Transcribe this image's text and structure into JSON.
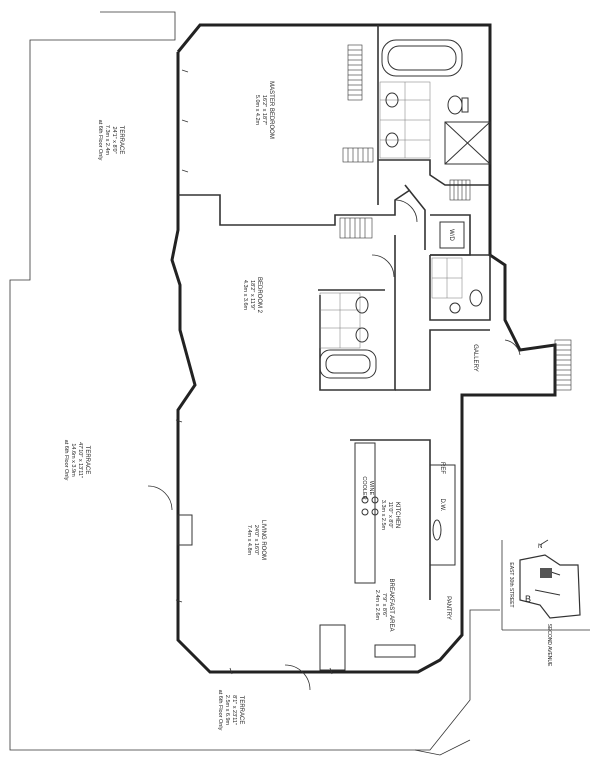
{
  "rooms": {
    "master_bedroom": {
      "name": "MASTER BEDROOM",
      "imperial": "16'2\" x 18'7\"",
      "metric": "5.0m x 4.2m"
    },
    "bedroom_2": {
      "name": "BEDROOM 2",
      "imperial": "18'2\" x 11'9\"",
      "metric": "4.3m x 3.6m"
    },
    "living_room": {
      "name": "LIVING ROOM",
      "imperial": "24'0\" x 16'0\"",
      "metric": "7.4m x 4.8m"
    },
    "kitchen": {
      "name": "KITCHEN",
      "imperial": "11'0\" x 8'0\"",
      "metric": "3.3m x 2.5m"
    },
    "breakfast_area": {
      "name": "BREAKFAST AREA",
      "imperial": "7'9\" x 8'6\"",
      "metric": "2.4m x 2.6m"
    },
    "gallery": {
      "name": "GALLERY"
    },
    "pantry": {
      "name": "PANTRY"
    },
    "wd": {
      "name": "W/D"
    },
    "ref": {
      "name": "REF"
    },
    "dw": {
      "name": "D.W."
    },
    "wine_cooler": {
      "name": "WINE",
      "line2": "COOLER"
    }
  },
  "terraces": [
    {
      "name": "TERRACE",
      "imperial": "24'1\" x 8'0\"",
      "metric": "7.3m x 2.4m",
      "note": "at 6th Floor Only"
    },
    {
      "name": "TERRACE",
      "imperial": "47'10\" x 13'11\"",
      "metric": "14.6m x 3.9m",
      "note": "at 6th Floor Only"
    },
    {
      "name": "TERRACE",
      "imperial": "8'1\" x 23'11\"",
      "metric": "2.5m x 6.9m",
      "note": "at 6th Floor Only"
    }
  ],
  "key_plan": {
    "street": "EAST 30th STREET",
    "avenue": "SECOND AVENUE",
    "unit_letter": "B",
    "north_label": "N"
  }
}
